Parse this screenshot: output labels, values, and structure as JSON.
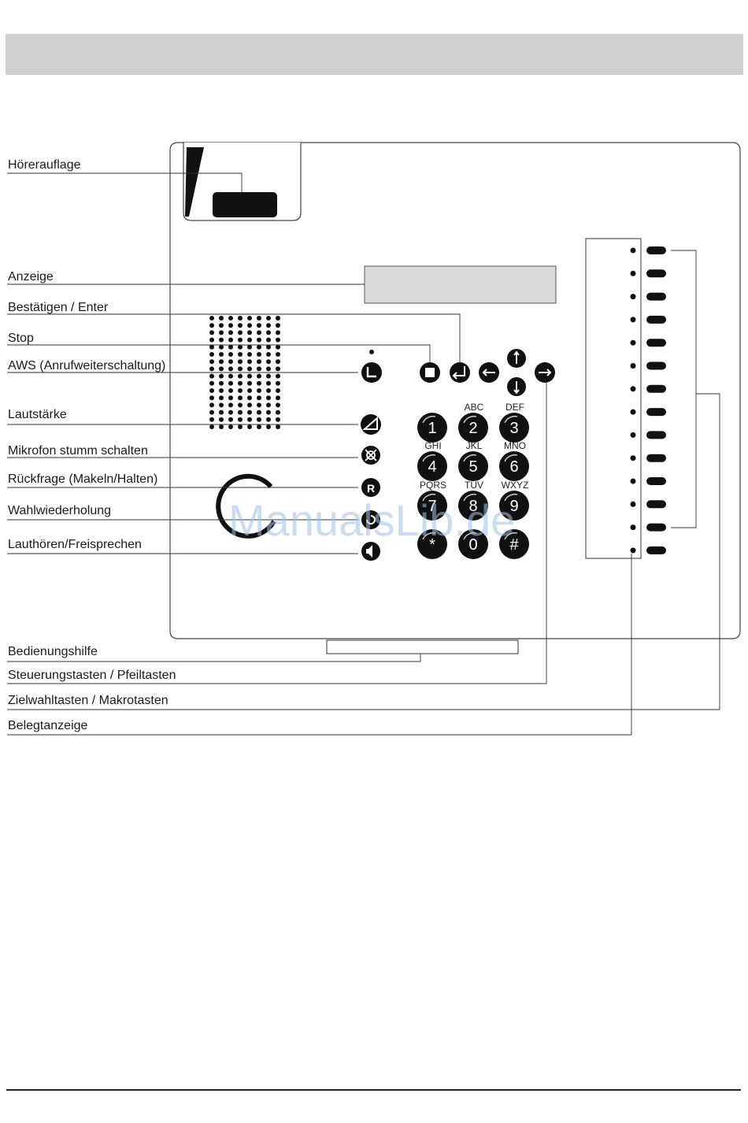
{
  "labels": {
    "hoererauflage": "Hörerauflage",
    "anzeige": "Anzeige",
    "bestaetigen": "Bestätigen / Enter",
    "stop": "Stop",
    "aws": "AWS (Anrufweiterschaltung)",
    "lautstaerke": "Lautstärke",
    "mikrofon": "Mikrofon stumm schalten",
    "rueckfrage": "Rückfrage (Makeln/Halten)",
    "wahlwiederholung": "Wahlwiederholung",
    "lauthoeren": "Lauthören/Freisprechen",
    "bedienungshilfe": "Bedienungshilfe",
    "steuerungstasten": "Steuerungstasten / Pfeiltasten",
    "zielwahltasten": "Zielwahltasten / Makrotasten",
    "belegtanzeige": "Belegtanzeige"
  },
  "keypad": [
    {
      "digit": "1",
      "letters": ""
    },
    {
      "digit": "2",
      "letters": "ABC"
    },
    {
      "digit": "3",
      "letters": "DEF"
    },
    {
      "digit": "4",
      "letters": "GHI"
    },
    {
      "digit": "5",
      "letters": "JKL"
    },
    {
      "digit": "6",
      "letters": "MNO"
    },
    {
      "digit": "7",
      "letters": "PQRS"
    },
    {
      "digit": "8",
      "letters": "TUV"
    },
    {
      "digit": "9",
      "letters": "WXYZ"
    },
    {
      "digit": "*",
      "letters": ""
    },
    {
      "digit": "0",
      "letters": ""
    },
    {
      "digit": "#",
      "letters": ""
    }
  ],
  "function_keys": {
    "r_key": "R"
  },
  "speed_dial_count": 14,
  "watermark": "ManualsLib.de",
  "colors": {
    "header_band": "#cfcfcf",
    "ink": "#1a1a1a",
    "watermark": "#9fc1e8"
  }
}
